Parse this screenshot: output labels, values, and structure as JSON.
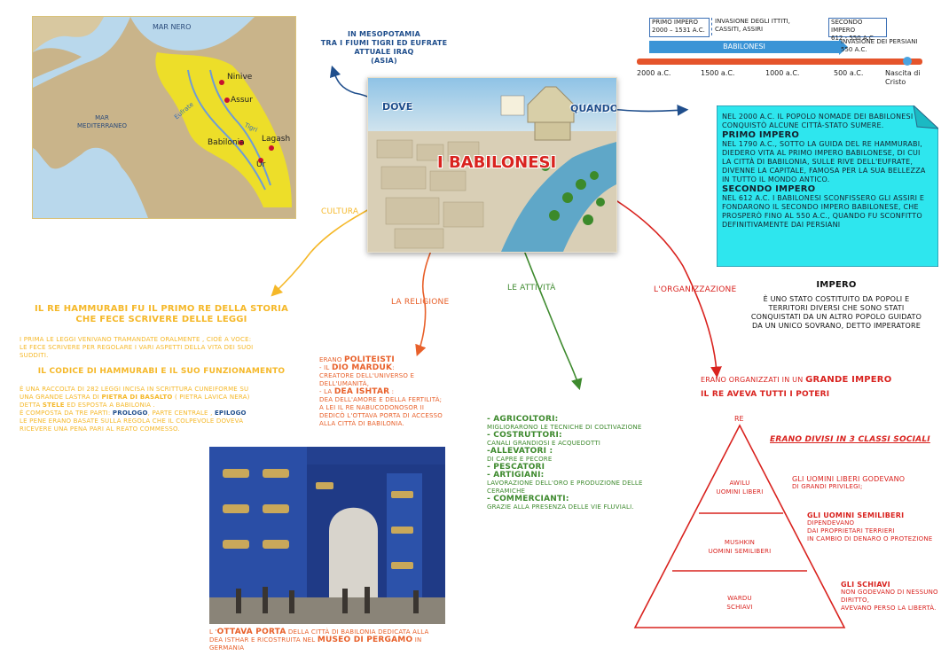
{
  "map": {
    "sea_black": "MAR NERO",
    "sea_med": "MAR MEDITERRANEO",
    "cities": [
      "Ninive",
      "Assur",
      "Babilonia",
      "Lagash",
      "Ur"
    ],
    "rivers": [
      "Eufrate",
      "Tigri"
    ]
  },
  "dove_caption": [
    "IN MESOPOTAMIA",
    "TRA I FIUMI TIGRI ED EUFRATE",
    "ATTUALE IRAQ",
    "(ASIA)"
  ],
  "timeline": {
    "box1": [
      "PRIMO IMPERO",
      "2000 – 1531 A.C."
    ],
    "box2": [
      "INVASIONE DEGLI ITTITI,",
      "CASSITI, ASSIRI"
    ],
    "box3": [
      "SECONDO IMPERO",
      "612 - 550 A.C."
    ],
    "bar_label": "BABILONESI",
    "persiani": "INVASIONE DEI PERSIANI 550 A.C.",
    "ticks": [
      "2000 a.C.",
      "1500 a.C.",
      "1000 a.C.",
      "500 a.C.",
      "Nascita di Cristo"
    ]
  },
  "center": {
    "title": "I BABILONESI",
    "dove": "DOVE",
    "quando": "QUANDO"
  },
  "branches": {
    "cultura": "CULTURA",
    "religione": "LA RELIGIONE",
    "attivita": "LE ATTIVITÀ",
    "organizzazione": "L'ORGANIZZAZIONE"
  },
  "note": {
    "intro": "NEL 2000 A.C. IL POPOLO NOMADE DEI BABILONESI CONQUISTÒ ALCUNE CITTÀ-STATO SUMERE.",
    "h1": "PRIMO IMPERO",
    "p1": "NEL 1790 A.C., SOTTO LA GUIDA DEL RE HAMMURABI, DIEDERO VITA AL PRIMO IMPERO BABILONESE, DI CUI LA CITTÀ DI BABILONIA, SULLE RIVE DELL'EUFRATE, DIVENNE LA CAPITALE, FAMOSA PER LA SUA BELLEZZA IN TUTTO IL MONDO ANTICO.",
    "h2": "SECONDO IMPERO",
    "p2": "NEL 612 A.C. I BABILONESI SCONFISSERO GLI ASSIRI E FONDARONO IL SECONDO IMPERO BABILONESE, CHE PROSPERÒ FINO AL 550 A.C., QUANDO FU SCONFITTO DEFINITIVAMENTE DAI PERSIANI"
  },
  "impero": {
    "title": "IMPERO",
    "text": [
      "È UNO STATO COSTITUITO DA POPOLI E",
      "TERRITORI DIVERSI CHE SONO STATI",
      "CONQUISTATI DA UN ALTRO POPOLO GUIDATO",
      "DA UN UNICO SOVRANO, DETTO IMPERATORE"
    ]
  },
  "cultura": {
    "heading": [
      "IL RE HAMMURABI FU IL PRIMO RE DELLA STORIA",
      "CHE FECE SCRIVERE DELLE LEGGI"
    ],
    "p1": [
      "I PRIMA LE LEGGI VENIVANO TRAMANDATE ORALMENTE , CIOÈ A VOCE:",
      "LE FECE SCRIVERE  PER REGOLARE I VARI ASPETTI DELLA VITA DEI SUOI",
      "SUDDITI."
    ],
    "heading2": "IL CODICE DI HAMMURABI E IL SUO FUNZIONAMENTO",
    "p2a": "È UNA RACCOLTA DI 282  LEGGI  INCISA IN SCRITTURA CUNEIFORME SU",
    "p2b_pre": "UNA GRANDE LASTRA DI ",
    "p2b_bold": "PIETRA DI BASALTO",
    "p2b_post": " ( PIETRA LAVICA NERA)",
    "p2c_pre": "DETTA ",
    "p2c_bold": "STELE",
    "p2c_post": " ED ESPOSTA A BABILONIA .",
    "p2d_pre": "È COMPOSTA DA TRE PARTI: ",
    "p2d_b1": "PROLOGO",
    "p2d_m": ", PARTE CENTRALE , ",
    "p2d_b2": "EPILOGO",
    "p2e": "LE PENE ERANO BASATE SULLA REGOLA CHE IL COLPEVOLE DOVEVA",
    "p2f": "RICEVERE UNA PENA PARI AL REATO COMMESSO."
  },
  "religione": {
    "l1_pre": "ERANO ",
    "l1_bold": "POLITEISTI",
    "l2_pre": "- IL ",
    "l2_bold": "DIO MARDUK",
    "l2_post": ":",
    "l3": "CREATORE DELL'UNIVERSO E",
    "l4": "DELL'UMANITÀ,",
    "l5_pre": "- LA ",
    "l5_bold": "DEA ISHTAR",
    "l5_post": " :",
    "l6": "DEA DELL'AMORE E DELLA FERTILITÀ;",
    "l7": "A LEI IL RE NABUCODONOSOR II",
    "l8": "DEDICÒ L'OTTAVA PORTA DI ACCESSO",
    "l9": "ALLA CITTÀ DI BABILONIA."
  },
  "attivita": [
    {
      "head": "- AGRICOLTORI:",
      "desc": "MIGLIORARONO LE TECNICHE DI COLTIVAZIONE"
    },
    {
      "head": "- COSTRUTTORI:",
      "desc": " CANALI GRANDIOSI E ACQUEDOTTI"
    },
    {
      "head": "-ALLEVATORI :",
      "desc": "DI CAPRE E PECORE"
    },
    {
      "head": "- PESCATORI",
      "desc": ""
    },
    {
      "head": "- ARTIGIANI:",
      "desc": " LAVORAZIONE DELL'ORO E  PRODUZIONE DELLE CERAMICHE"
    },
    {
      "head": "- COMMERCIANTI:",
      "desc": "GRAZIE ALLA PRESENZA DELLE VIE FLUVIALI."
    }
  ],
  "gate_caption": {
    "l1_pre": "L '",
    "l1_bold": "OTTAVA PORTA",
    "l1_post": " DELLA CITTÀ DI BABILONIA DEDICATA ALLA",
    "l2_pre": "DEA ISTHAR E RICOSTRUITA NEL ",
    "l2_bold": "MUSEO DI PERGAMO",
    "l2_post": " IN",
    "l3": "GERMANIA"
  },
  "organizzazione": {
    "l1_pre": "ERANO ORGANIZZATI IN UN ",
    "l1_bold": "GRANDE IMPERO",
    "l2": "IL RE AVEVA TUTTI I POTERI",
    "re": "RE",
    "classi": "ERANO DIVISI IN 3 CLASSI SOCIALI",
    "levels": [
      {
        "name": "AWILU",
        "sub": "UOMINI LIBERI"
      },
      {
        "name": "MUSHKIN",
        "sub": "UOMINI SEMILIBERI"
      },
      {
        "name": "WARDU",
        "sub": "SCHIAVI"
      }
    ],
    "desc1": [
      "GLI UOMINI LIBERI GODEVANO",
      "DI GRANDI PRIVILEGI;"
    ],
    "desc2": [
      "GLI UOMINI SEMILIBERI",
      "DIPENDEVANO",
      "DAI PROPRIETARI TERRIERI",
      "IN CAMBIO DI DENARO O PROTEZIONE"
    ],
    "desc3": [
      "GLI SCHIAVI",
      "NON GODEVANO DI NESSUNO",
      "DIRITTO,",
      "AVEVANO PERSO LA LIBERTÀ."
    ]
  },
  "colors": {
    "cultura": "#f5b829",
    "religione": "#e8602a",
    "attivita": "#3e8a2e",
    "organizzazione": "#d9231f",
    "dove": "#1f4e8c",
    "note_bg": "#2ee6ee"
  }
}
